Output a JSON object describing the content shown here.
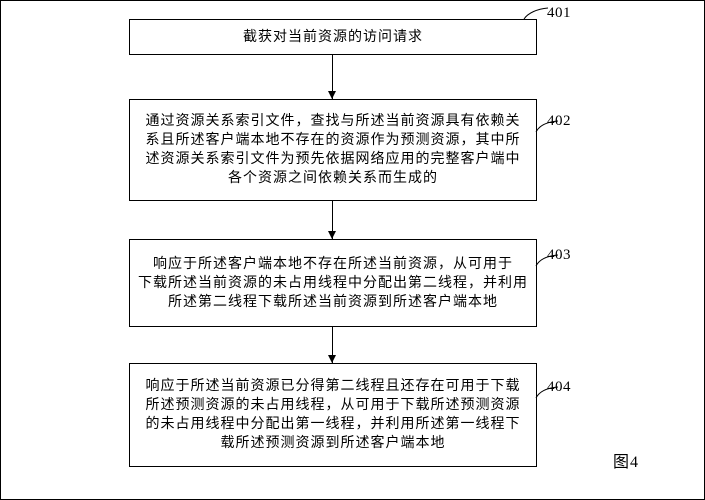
{
  "figure": {
    "caption": "图4",
    "ink_color": "#000000",
    "background_color": "#ffffff",
    "steps": [
      {
        "id": "401",
        "lines": [
          "截获对当前资源的访问请求"
        ]
      },
      {
        "id": "402",
        "lines": [
          "通过资源关系索引文件，查找与所述当前资源具有依赖关",
          "系且所述客户端本地不存在的资源作为预测资源，其中所",
          "述资源关系索引文件为预先依据网络应用的完整客户端中",
          "各个资源之间依赖关系而生成的"
        ]
      },
      {
        "id": "403",
        "lines": [
          "响应于所述客户端本地不存在所述当前资源，从可用于",
          "下载所述当前资源的未占用线程中分配出第二线程，并利用",
          "所述第二线程下载所述当前资源到所述客户端本地"
        ]
      },
      {
        "id": "404",
        "lines": [
          "响应于所述当前资源已分得第二线程且还存在可用于下载",
          "所述预测资源的未占用线程，从可用于下载所述预测资源",
          "的未占用线程中分配出第一线程，并利用所述第一线程下",
          "载所述预测资源到所述客户端本地"
        ]
      }
    ]
  }
}
